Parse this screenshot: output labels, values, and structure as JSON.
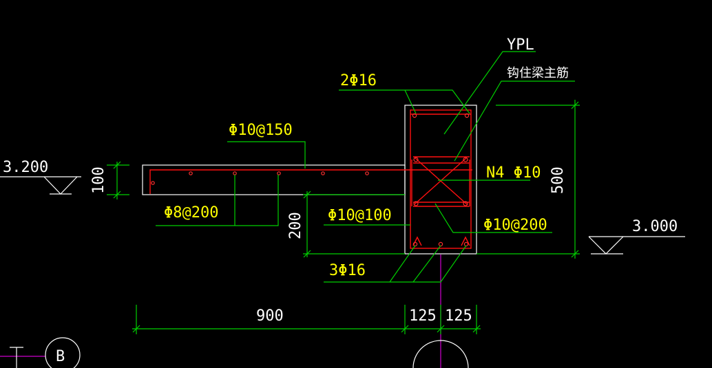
{
  "labels": {
    "ypl": "YPL",
    "anchor_note": "钩住梁主筋",
    "top_bars": "2Φ16",
    "slab_top": "Φ10@150",
    "slab_bottom": "Φ8@200",
    "stirrup_n4": "N4 Φ10",
    "stirrup_100": "Φ10@100",
    "stirrup_200": "Φ10@200",
    "bottom_bars": "3Φ16",
    "elev_left": "3.200",
    "elev_right": "3.000",
    "dim_100": "100",
    "dim_200": "200",
    "dim_500": "500",
    "dim_900": "900",
    "dim_125a": "125",
    "dim_125b": "125",
    "grid_b": "B"
  },
  "colors": {
    "background": "#000000",
    "dimension_lines": "#00d000",
    "text_yellow": "#ffff00",
    "text_white": "#ffffff",
    "rebar": "#ff1010",
    "grid": "#d000d0"
  }
}
